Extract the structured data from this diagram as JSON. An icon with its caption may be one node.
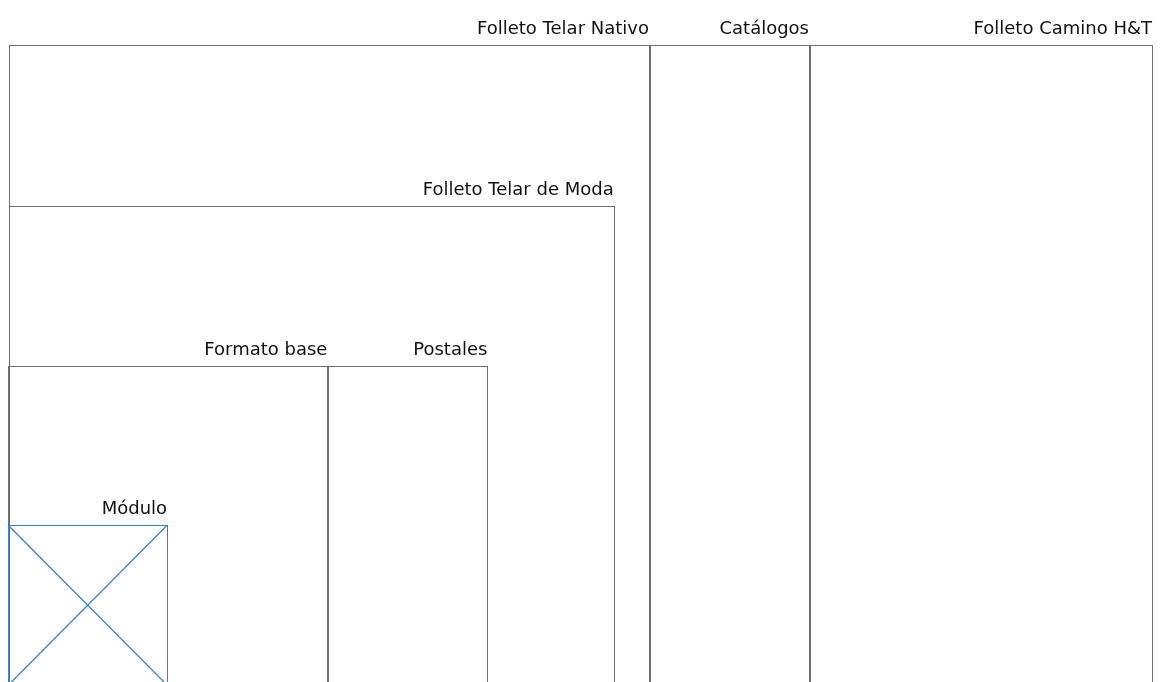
{
  "diagram": {
    "nodes": [
      {
        "text": [
          "Folleto Telar Nativo"
        ]
      },
      {
        "text": [
          "Catálogos"
        ]
      },
      {
        "text": [
          "Folleto Camino H&T"
        ]
      },
      {
        "text": [
          "Folleto Telar de Moda"
        ],
        "in": 0
      },
      {
        "text": [
          "Formato base"
        ],
        "in": 3
      },
      {
        "text": [
          "Postales"
        ],
        "in": 3
      },
      {
        "text": [
          "Módulo"
        ],
        "in": 4
      }
    ]
  }
}
